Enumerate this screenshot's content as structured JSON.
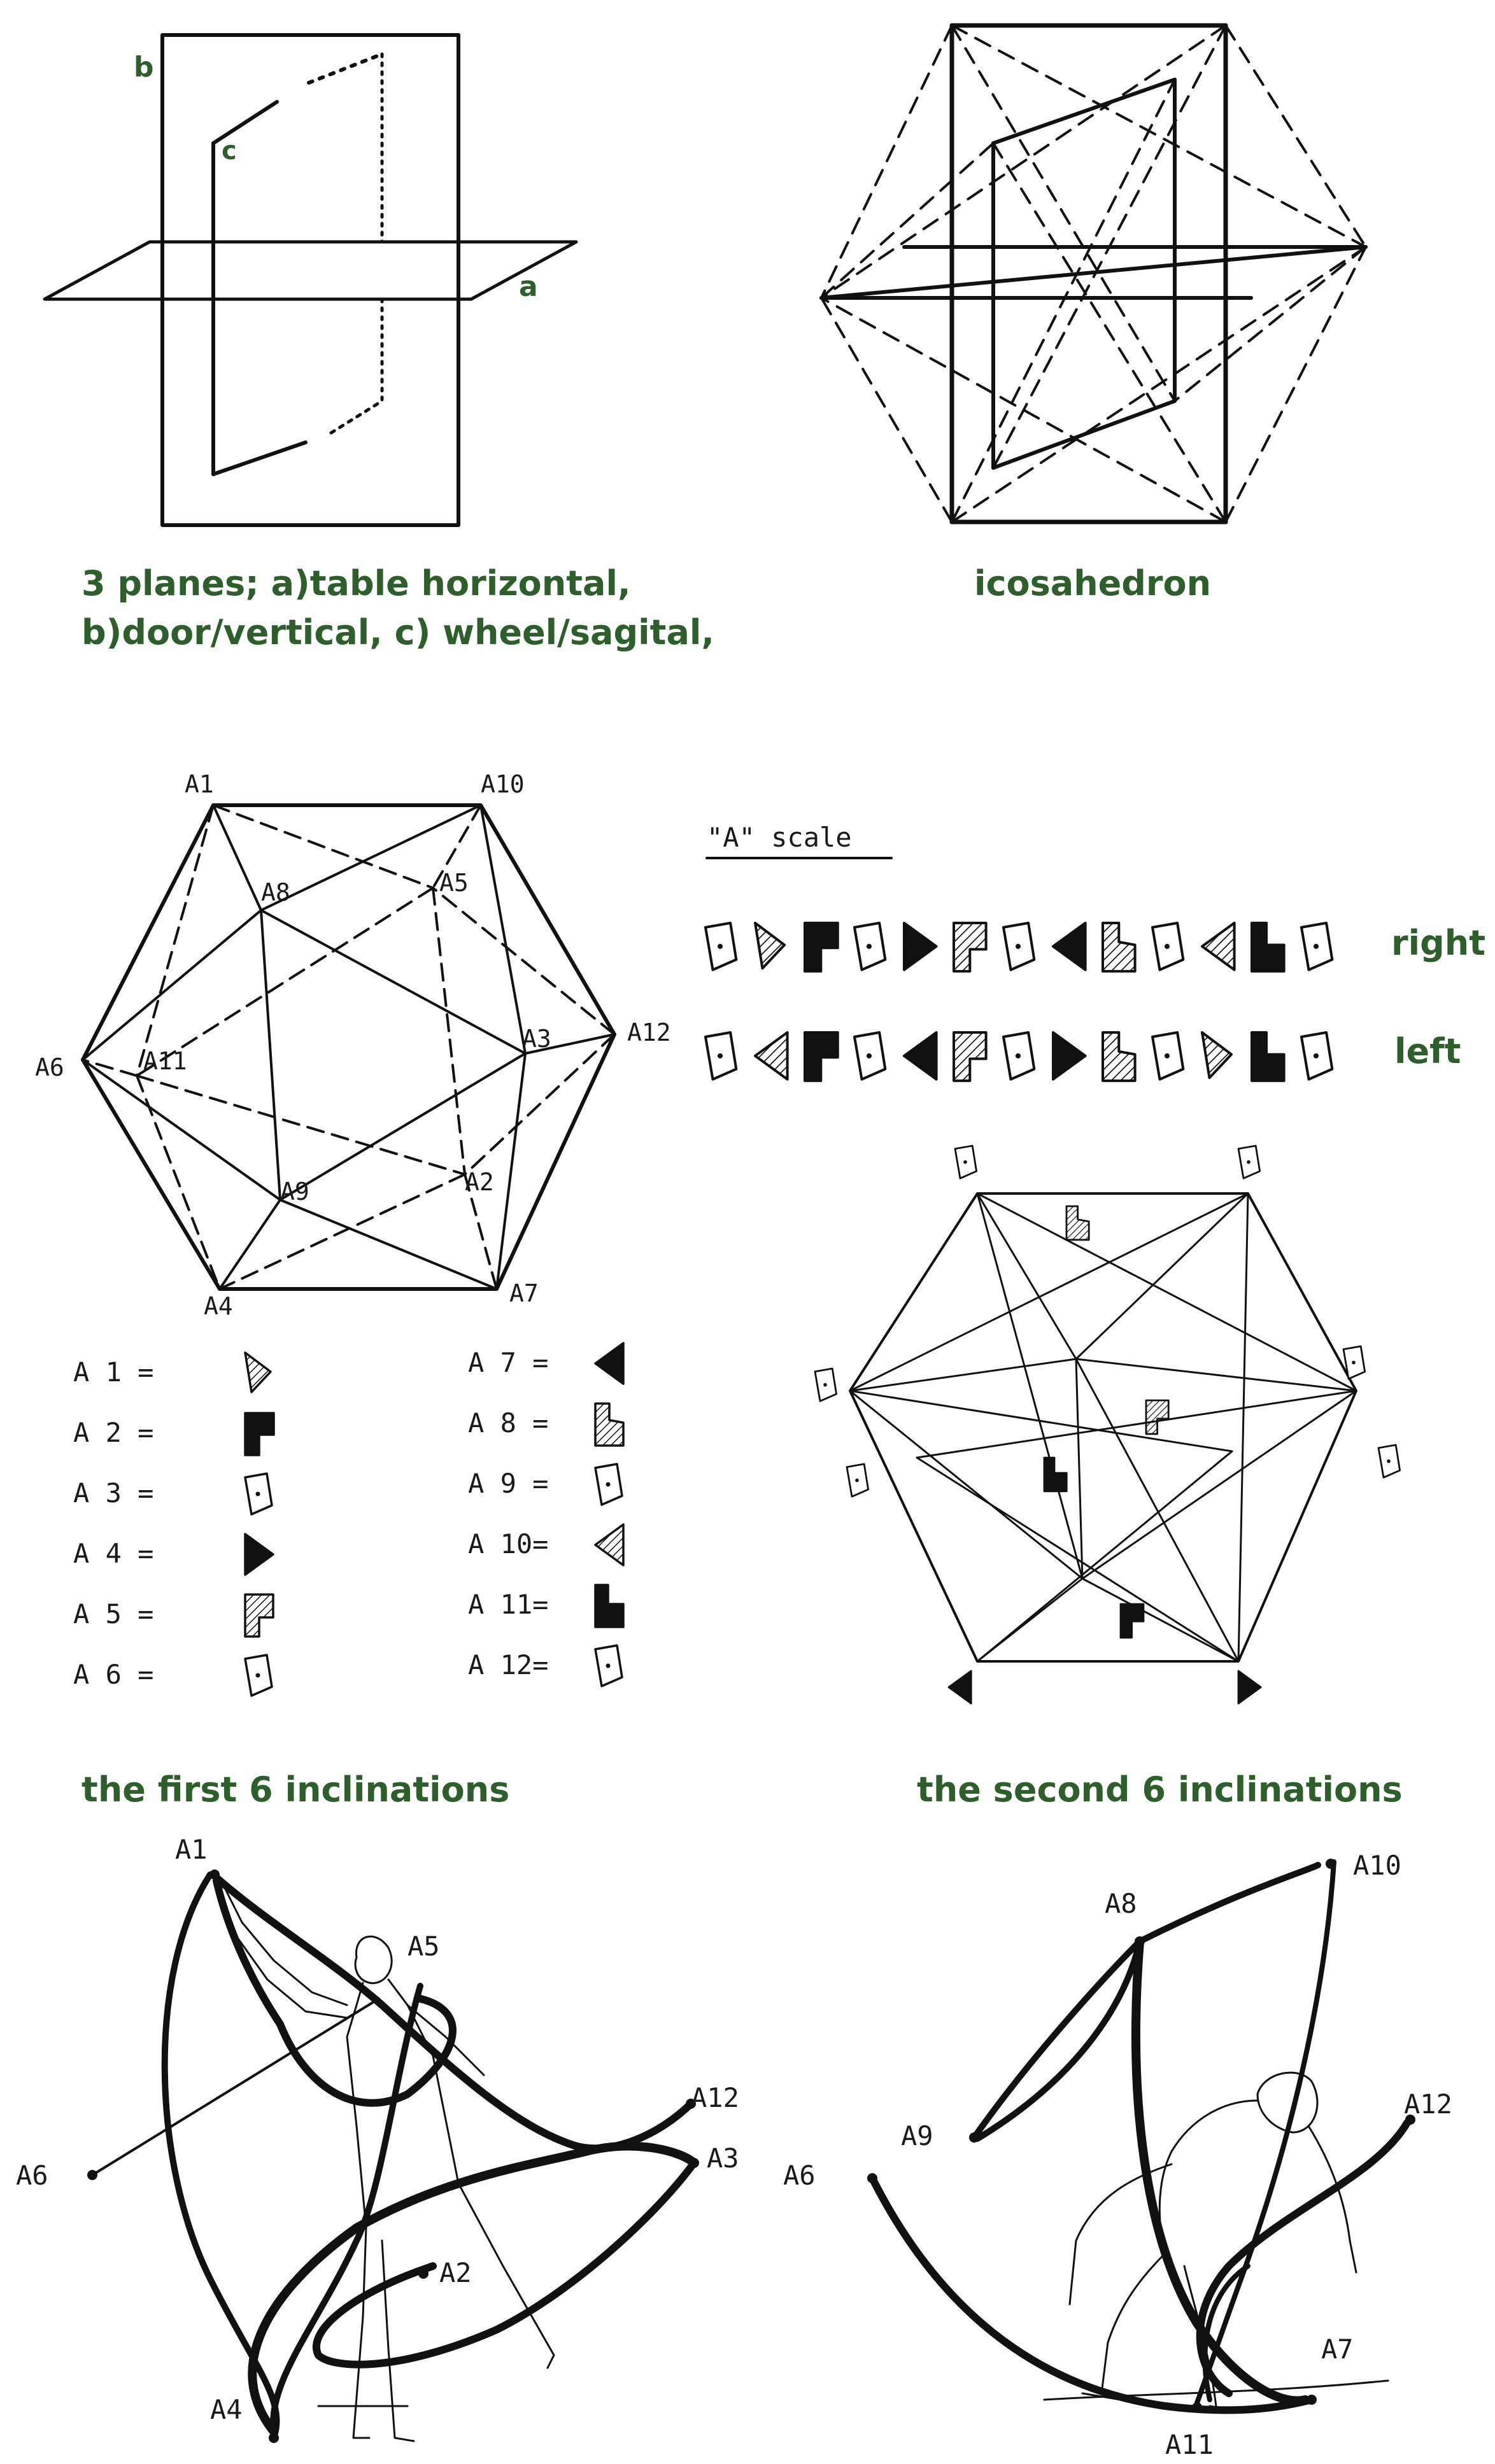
{
  "panel_planes": {
    "labels": {
      "a": "a",
      "b": "b",
      "c": "c"
    },
    "caption_line1": "3 planes; a)table horizontal,",
    "caption_line2": "b)door/vertical, c) wheel/sagital,"
  },
  "panel_icosahedron": {
    "caption": "icosahedron"
  },
  "panel_first": {
    "vertices": {
      "A1": "A1",
      "A10": "A10",
      "A8": "A8",
      "A5": "A5",
      "A6": "A6",
      "A11": "A11",
      "A3": "A3",
      "A12": "A12",
      "A2": "A2",
      "A9": "A9",
      "A4": "A4",
      "A7": "A7"
    },
    "legend": [
      {
        "label": "A 1 =",
        "symbol": "hatched-pennant"
      },
      {
        "label": "A 2 =",
        "symbol": "solid-flag"
      },
      {
        "label": "A 3 =",
        "symbol": "dotted-polygon"
      },
      {
        "label": "A 4 =",
        "symbol": "solid-triangle"
      },
      {
        "label": "A 5 =",
        "symbol": "hatched-flag"
      },
      {
        "label": "A 6 =",
        "symbol": "dotted-polygon"
      },
      {
        "label": "A 7 =",
        "symbol": "solid-triangle-left"
      },
      {
        "label": "A 8 =",
        "symbol": "hatched-step"
      },
      {
        "label": "A 9 =",
        "symbol": "dotted-polygon"
      },
      {
        "label": "A 10=",
        "symbol": "hatched-triangle-left"
      },
      {
        "label": "A 11=",
        "symbol": "solid-step"
      },
      {
        "label": "A 12=",
        "symbol": "dotted-polygon"
      }
    ],
    "caption": "the first 6 inclinations"
  },
  "panel_scale": {
    "title": "\"A\" scale",
    "row_right": "right",
    "row_left": "left",
    "caption": "the second  6 inclinations"
  },
  "panel_figure_left": {
    "points": {
      "A1": "A1",
      "A5": "A5",
      "A6": "A6",
      "A12": "A12",
      "A3": "A3",
      "A2": "A2",
      "A4": "A4"
    }
  },
  "panel_figure_right": {
    "points": {
      "A10": "A10",
      "A8": "A8",
      "A12": "A12",
      "A9": "A9",
      "A6": "A6",
      "A7": "A7",
      "A11": "A11"
    }
  }
}
